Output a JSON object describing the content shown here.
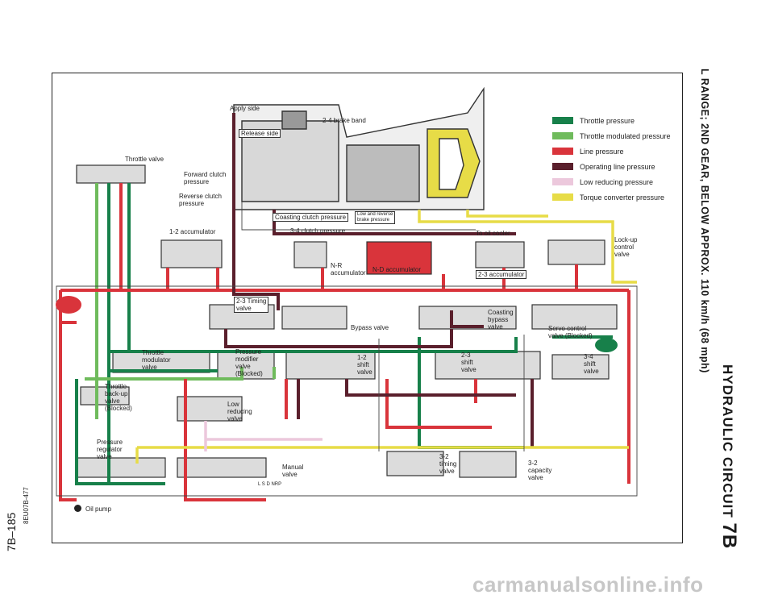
{
  "title": "HYDRAULIC CIRCUIT",
  "chapter_tag": "7B",
  "subtitle": "L RANGE; 2ND GEAR, BELOW APPROX. 110 km/h (68 mph)",
  "page_number": "7B–185",
  "figure_code": "8EU07B-477",
  "watermark": "carmanualsonline.info",
  "colors": {
    "throttle": "#17804a",
    "throttle_modulated": "#6fbb5c",
    "line": "#d9343b",
    "operating_line": "#5a1f2c",
    "low_reducing": "#ecc8dc",
    "torque_converter": "#e7dc47"
  },
  "legend": [
    {
      "label": "Throttle pressure",
      "color": "#17804a"
    },
    {
      "label": "Throttle modulated pressure",
      "color": "#6fbb5c"
    },
    {
      "label": "Line pressure",
      "color": "#d9343b"
    },
    {
      "label": "Operating line pressure",
      "color": "#5a1f2c"
    },
    {
      "label": "Low reducing pressure",
      "color": "#ecc8dc"
    },
    {
      "label": "Torque converter pressure",
      "color": "#e7dc47"
    }
  ],
  "labels": {
    "apply_side": "Apply side",
    "brake_band": "2-4 brake band",
    "release_side": "Release side",
    "throttle_valve": "Throttle valve",
    "forward_clutch": "Forward clutch\npressure",
    "reverse_clutch": "Reverse clutch\npressure",
    "accum_12": "1-2 accumulator",
    "coasting_clutch": "Coasting clutch pressure",
    "low_reverse": "Low and reverse\nbrake pressure",
    "clutch_34": "3-4 clutch pressure",
    "oil_cooler": "To oil cooler",
    "lockup": "Lock-up\ncontrol\nvalve",
    "nr_accum": "N-R\naccumulator",
    "nd_accum": "N-D accumulator",
    "accum_23": "2-3 accumulator",
    "timing_23": "2-3 Timing\nvalve",
    "bypass": "Bypass valve",
    "coasting_bypass": "Coasting\nbypass\nvalve",
    "servo": "Servo control\nvalve (Blocked)",
    "throttle_mod": "Throttle\nmodulator\nvalve",
    "pressure_mod": "Pressure\nmodifier\nvalve\n(Blocked)",
    "shift_12": "1-2\nshift\nvalve",
    "shift_23": "2-3\nshift\nvalve",
    "shift_34": "3-4\nshift\nvalve",
    "throttle_backup": "Throttle\nback-up\nvalve\n(Blocked)",
    "low_reducing": "Low\nreducing\nvalve",
    "pressure_reg": "Pressure\nregulator\nvalve",
    "manual": "Manual\nvalve",
    "manual_range": "L S D NRP",
    "timing_32": "3-2\ntiming\nvalve",
    "capacity_32": "3-2\ncapacity\nvalve",
    "oil_pump": "Oil pump"
  }
}
